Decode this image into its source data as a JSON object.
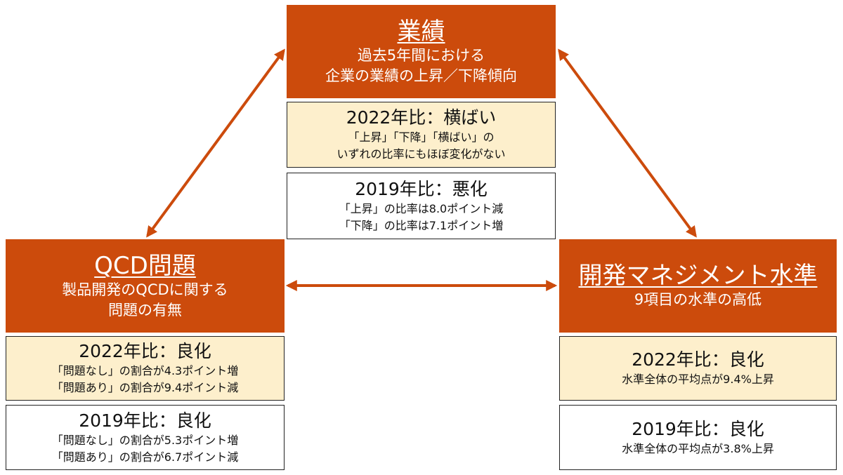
{
  "colors": {
    "head_fill": "#cc4b0c",
    "arrow": "#cc4b0c",
    "highlight_fill": "#fdefcc",
    "plain_fill": "#ffffff",
    "border": "#222222"
  },
  "top": {
    "title": "業績",
    "lines": [
      "過去5年間における",
      "企業の業績の上昇／下降傾向"
    ],
    "cmp2022": {
      "title": "2022年比：横ばい",
      "lines": [
        "「上昇」「下降」「横ばい」の",
        "いずれの比率にもほぼ変化がない"
      ]
    },
    "cmp2019": {
      "title": "2019年比：悪化",
      "lines": [
        "「上昇」の比率は8.0ポイント減",
        "「下降」の比率は7.1ポイント増"
      ]
    }
  },
  "left": {
    "title": "QCD問題",
    "lines": [
      "製品開発のQCDに関する",
      "問題の有無"
    ],
    "cmp2022": {
      "title": "2022年比：良化",
      "lines": [
        "「問題なし」の割合が4.3ポイント増",
        "「問題あり」の割合が9.4ポイント減"
      ]
    },
    "cmp2019": {
      "title": "2019年比：良化",
      "lines": [
        "「問題なし」の割合が5.3ポイント増",
        "「問題あり」の割合が6.7ポイント減"
      ]
    }
  },
  "right": {
    "title": "開発マネジメント水準",
    "lines": [
      "9項目の水準の高低"
    ],
    "cmp2022": {
      "title": "2022年比：良化",
      "lines": [
        "水準全体の平均点が9.4%上昇"
      ]
    },
    "cmp2019": {
      "title": "2019年比：良化",
      "lines": [
        "水準全体の平均点が3.8%上昇"
      ]
    }
  }
}
